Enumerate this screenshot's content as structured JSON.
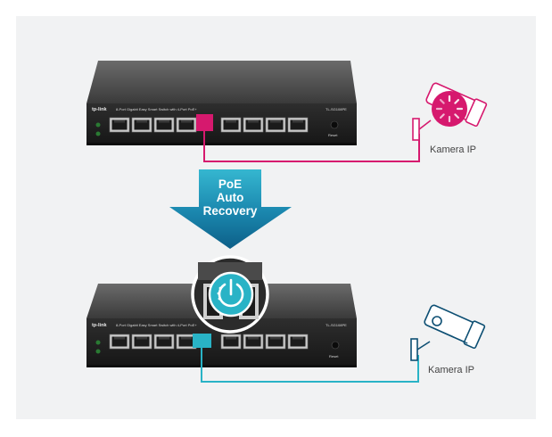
{
  "top_switch": {
    "brand": "tp-link",
    "model": "TL-SG108PE",
    "description": "8-Port Gigabit Easy Smart Switch with 4-Port PoE+",
    "reset_label": "Reset"
  },
  "bottom_switch": {
    "brand": "tp-link",
    "model": "TL-SG108PE",
    "description": "8-Port Gigabit Easy Smart Switch with 4-Port PoE+",
    "reset_label": "Reset"
  },
  "camera_top": {
    "label": "Kamera IP",
    "status": "faulty"
  },
  "camera_bottom": {
    "label": "Kamera IP",
    "status": "recovered"
  },
  "arrow": {
    "line1": "PoE",
    "line2": "Auto",
    "line3": "Recovery"
  },
  "colors": {
    "fault": "#d6196e",
    "ok": "#29b3c6",
    "arrow_top": "#2fb0cc",
    "arrow_bottom": "#0d5f88"
  },
  "icons": {
    "recovery": "power-recovery-icon",
    "fault": "loading-fault-icon"
  }
}
